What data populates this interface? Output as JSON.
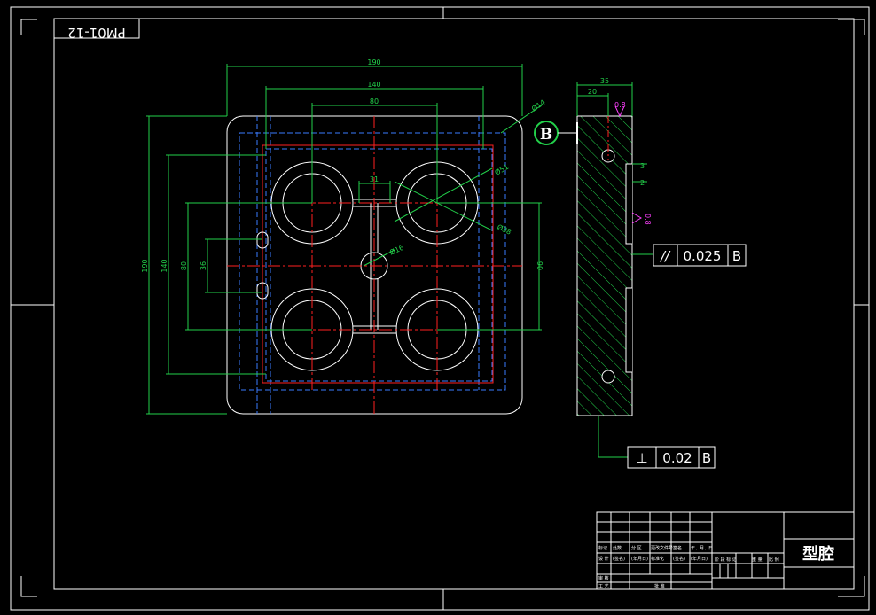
{
  "drawing_number": "PM01-12",
  "colors": {
    "background": "#000000",
    "outline": "#ffffff",
    "dimension": "#22d04a",
    "centerline": "#ff2020",
    "hidden": "#3a7bff",
    "roughness": "#ff40ff",
    "hatch": "#22d04a"
  },
  "plan_view": {
    "dims_horizontal": [
      "190",
      "140",
      "80",
      "31"
    ],
    "dims_vertical": [
      "190",
      "140",
      "80",
      "36",
      "90"
    ],
    "dims_diameter": [
      "Ø14",
      "Ø51",
      "Ø38",
      "Ø16"
    ]
  },
  "section_view": {
    "datum_label": "B",
    "dims_horizontal": [
      "35",
      "20"
    ],
    "side_dims": [
      "3",
      "2"
    ],
    "roughness_top": "0.8",
    "roughness_side": "0.8"
  },
  "tolerances": [
    {
      "symbol": "//",
      "value": "0.025",
      "datum": "B"
    },
    {
      "symbol": "⊥",
      "value": "0.02",
      "datum": "B"
    }
  ],
  "title_block": {
    "part_name": "型腔",
    "header_labels": [
      "标记",
      "处数",
      "分 区",
      "更改文件号",
      "签名",
      "年、月、日"
    ],
    "row2_labels": [
      "设 计",
      "(签名)",
      "(年月日)",
      "标准化",
      "(签名)",
      "(年月日)"
    ],
    "row3_labels": [
      "审 核"
    ],
    "row4_labels": [
      "工 艺",
      "批 准"
    ],
    "stage_labels": [
      "阶 段 标 记",
      "重 量",
      "比 例"
    ]
  }
}
